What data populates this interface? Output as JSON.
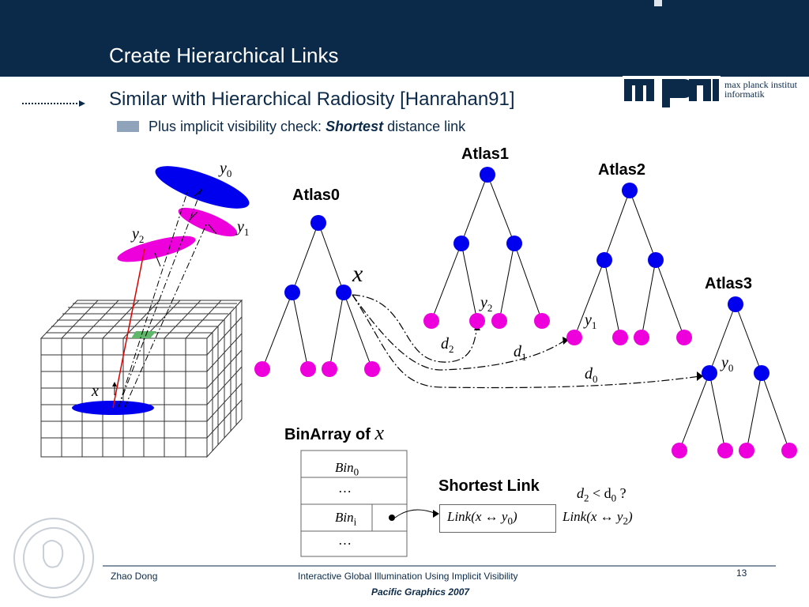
{
  "header": {
    "title": "Create Hierarchical Links"
  },
  "bullets": {
    "main": "Similar with Hierarchical Radiosity [Hanrahan91]",
    "sub_prefix": "Plus implicit visibility check: ",
    "sub_emph": "Shortest",
    "sub_suffix": " distance link"
  },
  "logo": {
    "line1": "max planck institut",
    "line2": "informatik",
    "mark": "mpi"
  },
  "atlases": {
    "atlas0": "Atlas0",
    "atlas1": "Atlas1",
    "atlas2": "Atlas2",
    "atlas3": "Atlas3"
  },
  "math": {
    "y0_top": "y",
    "y0_top_sub": "0",
    "y1_left": "y",
    "y1_left_sub": "1",
    "y2_left": "y",
    "y2_left_sub": "2",
    "x_cube": "x",
    "x_big": "x",
    "y2_tree": "y",
    "y2_tree_sub": "2",
    "y1_tree": "y",
    "y1_tree_sub": "1",
    "y0_tree": "y",
    "y0_tree_sub": "0",
    "d2": "d",
    "d2_sub": "2",
    "d1": "d",
    "d1_sub": "1",
    "d0": "d",
    "d0_sub": "0"
  },
  "binarray": {
    "label": "BinArray of ",
    "label_math": "x",
    "bin0": "Bin",
    "bin0_sub": "0",
    "dots1": "…",
    "bini": "Bin",
    "bini_sub": "i",
    "dots2": "…"
  },
  "shortest": {
    "label": "Shortest Link",
    "compare": "d",
    "compare_sub1": "2",
    "compare_mid": " < d",
    "compare_sub2": "0",
    "compare_end": " ?",
    "link_box": "Link(x ↔ y",
    "link_box_sub": "0",
    "link_box_end": ")",
    "link_right": "Link(x ↔ y",
    "link_right_sub": "2",
    "link_right_end": ")"
  },
  "footer": {
    "author": "Zhao Dong",
    "talk": "Interactive Global Illumination Using Implicit Visibility",
    "venue": "Pacific Graphics 2007",
    "page": "13"
  },
  "colors": {
    "header_bg": "#0b2a4a",
    "node_blue": "#0000ee",
    "node_magenta": "#ee00dd"
  }
}
